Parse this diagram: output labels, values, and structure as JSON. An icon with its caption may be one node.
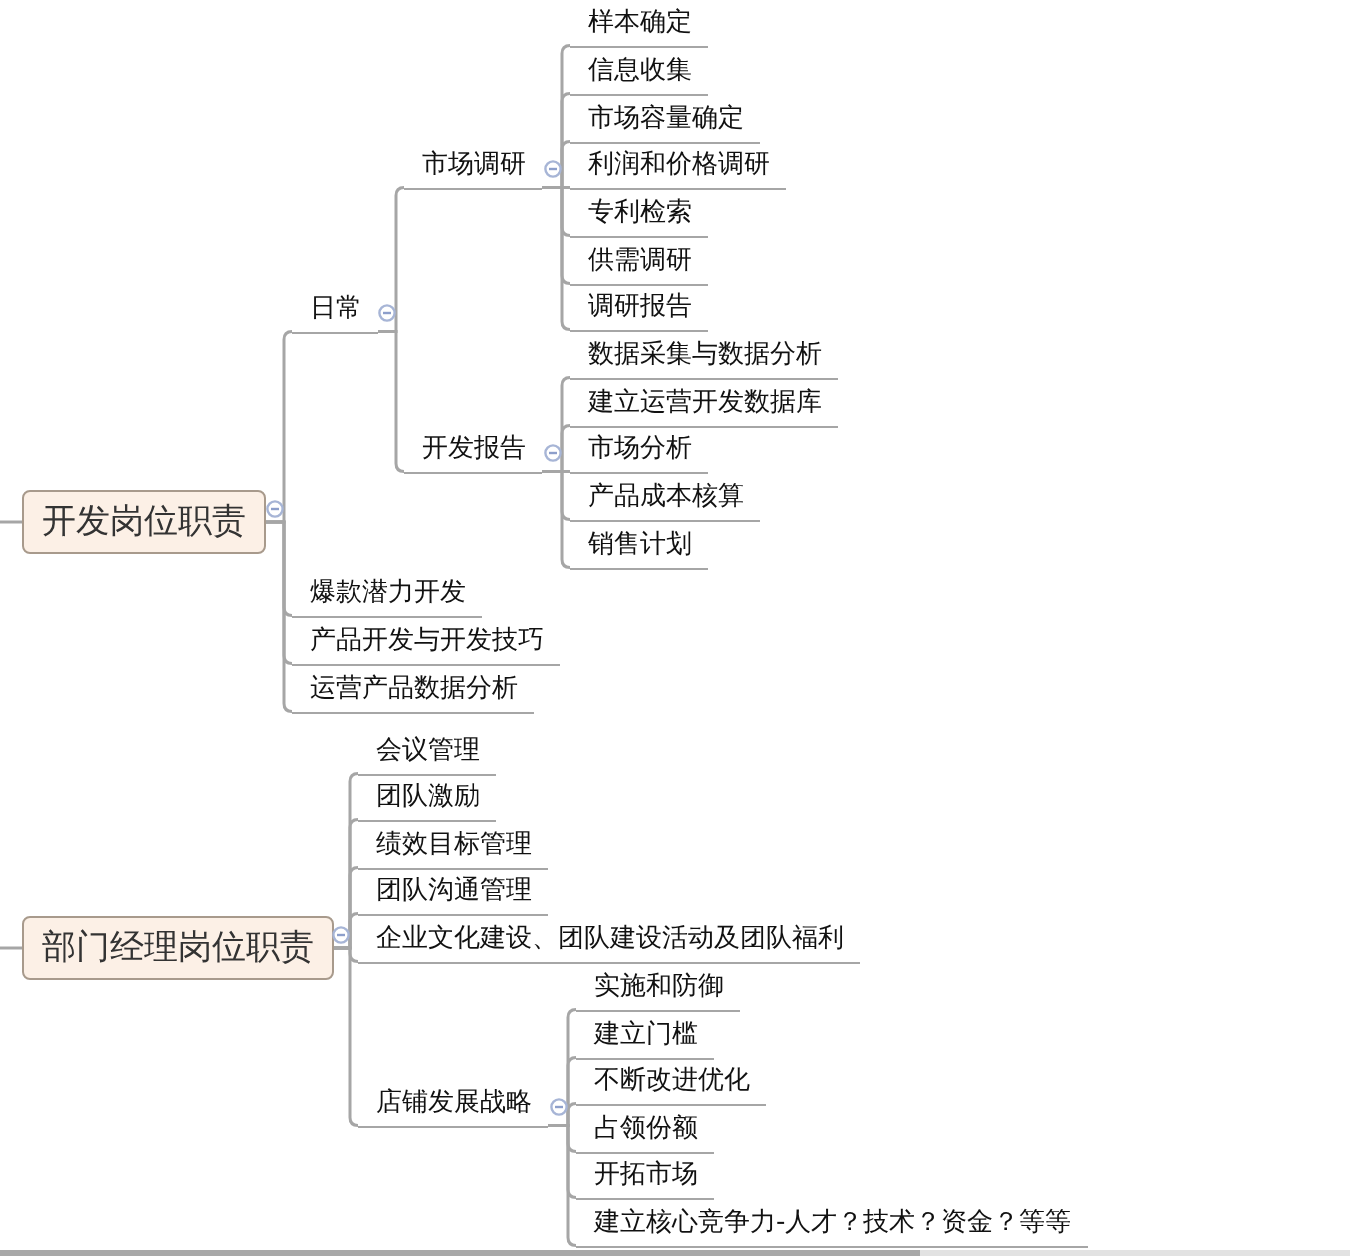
{
  "diagram": {
    "nodes": [
      {
        "text": [
          "开发岗位职责"
        ]
      },
      {
        "text": [
          "日常"
        ]
      },
      {
        "text": [
          "市场调研"
        ]
      },
      {
        "text": [
          "样本确定"
        ]
      },
      {
        "text": [
          "信息收集"
        ]
      },
      {
        "text": [
          "市场容量确定"
        ]
      },
      {
        "text": [
          "利润和价格调研"
        ]
      },
      {
        "text": [
          "专利检索"
        ]
      },
      {
        "text": [
          "供需调研"
        ]
      },
      {
        "text": [
          "调研报告"
        ]
      },
      {
        "text": [
          "开发报告"
        ]
      },
      {
        "text": [
          "数据采集与数据分析"
        ]
      },
      {
        "text": [
          "建立运营开发数据库"
        ]
      },
      {
        "text": [
          "市场分析"
        ]
      },
      {
        "text": [
          "产品成本核算"
        ]
      },
      {
        "text": [
          "销售计划"
        ]
      },
      {
        "text": [
          "爆款潜力开发"
        ]
      },
      {
        "text": [
          "产品开发与开发技巧"
        ]
      },
      {
        "text": [
          "运营产品数据分析"
        ]
      },
      {
        "text": [
          "部门经理岗位职责"
        ]
      },
      {
        "text": [
          "会议管理"
        ]
      },
      {
        "text": [
          "团队激励"
        ]
      },
      {
        "text": [
          "绩效目标管理"
        ]
      },
      {
        "text": [
          "团队沟通管理"
        ]
      },
      {
        "text": [
          "企业文化建设、团队建设活动及团队福利"
        ]
      },
      {
        "text": [
          "店铺发展战略"
        ]
      },
      {
        "text": [
          "实施和防御"
        ]
      },
      {
        "text": [
          "建立门槛"
        ]
      },
      {
        "text": [
          "不断改进优化"
        ]
      },
      {
        "text": [
          "占领份额"
        ]
      },
      {
        "text": [
          "开拓市场"
        ]
      },
      {
        "text": [
          "建立核心竞争力-人才？技术？资金？等等"
        ]
      }
    ],
    "edges": [
      {
        "from": null,
        "to": 0,
        "arrow": "none"
      },
      {
        "from": 0,
        "to": 1,
        "arrow": "none"
      },
      {
        "from": 1,
        "to": 2,
        "arrow": "none"
      },
      {
        "from": 2,
        "to": 3,
        "arrow": "none"
      },
      {
        "from": 2,
        "to": 4,
        "arrow": "none"
      },
      {
        "from": 2,
        "to": 5,
        "arrow": "none"
      },
      {
        "from": 2,
        "to": 6,
        "arrow": "none"
      },
      {
        "from": 2,
        "to": 7,
        "arrow": "none"
      },
      {
        "from": 2,
        "to": 8,
        "arrow": "none"
      },
      {
        "from": 2,
        "to": 9,
        "arrow": "none"
      },
      {
        "from": 1,
        "to": 10,
        "arrow": "none"
      },
      {
        "from": 10,
        "to": 11,
        "arrow": "none"
      },
      {
        "from": 10,
        "to": 12,
        "arrow": "none"
      },
      {
        "from": 10,
        "to": 13,
        "arrow": "none"
      },
      {
        "from": 10,
        "to": 14,
        "arrow": "none"
      },
      {
        "from": 10,
        "to": 15,
        "arrow": "none"
      },
      {
        "from": 0,
        "to": 16,
        "arrow": "none"
      },
      {
        "from": 0,
        "to": 17,
        "arrow": "none"
      },
      {
        "from": 0,
        "to": 18,
        "arrow": "none"
      },
      {
        "from": null,
        "to": 19,
        "arrow": "none"
      },
      {
        "from": 19,
        "to": 20,
        "arrow": "none"
      },
      {
        "from": 19,
        "to": 21,
        "arrow": "none"
      },
      {
        "from": 19,
        "to": 22,
        "arrow": "none"
      },
      {
        "from": 19,
        "to": 23,
        "arrow": "none"
      },
      {
        "from": 19,
        "to": 24,
        "arrow": "none"
      },
      {
        "from": 19,
        "to": 25,
        "arrow": "none"
      },
      {
        "from": 25,
        "to": 26,
        "arrow": "none"
      },
      {
        "from": 25,
        "to": 27,
        "arrow": "none"
      },
      {
        "from": 25,
        "to": 28,
        "arrow": "none"
      },
      {
        "from": 25,
        "to": 29,
        "arrow": "none"
      },
      {
        "from": 25,
        "to": 30,
        "arrow": "none"
      },
      {
        "from": 25,
        "to": 31,
        "arrow": "none"
      }
    ]
  }
}
